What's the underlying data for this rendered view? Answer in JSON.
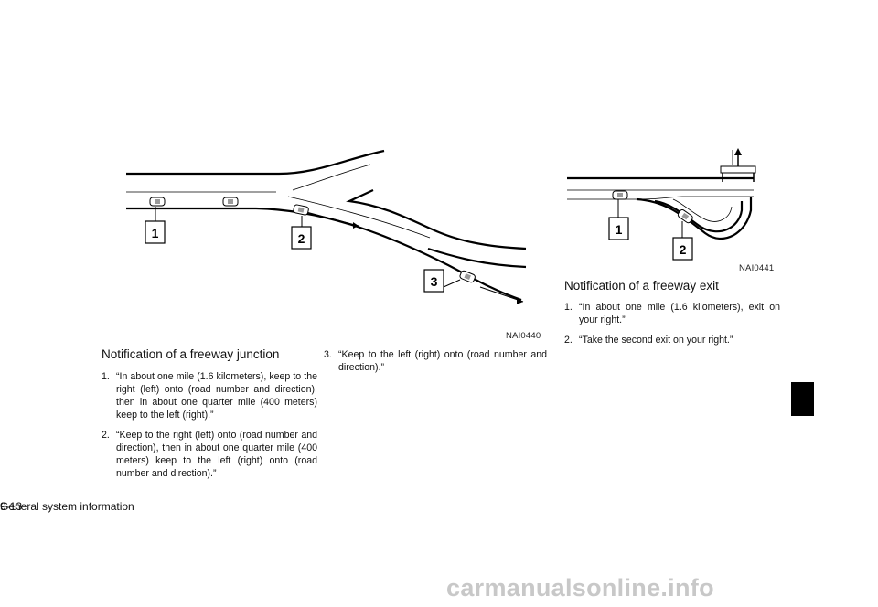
{
  "figures": {
    "junction": {
      "code": "NAI0440",
      "callouts": [
        "1",
        "2",
        "3"
      ]
    },
    "exit": {
      "code": "NAI0441",
      "callouts": [
        "1",
        "2"
      ]
    }
  },
  "section_junction": {
    "title": "Notification of a freeway junction",
    "items": [
      {
        "num": "1.",
        "text": "“In about one mile (1.6 kilometers), keep to the right (left) onto (road number and direction), then in about one quarter mile (400 meters) keep to the left (right).”"
      },
      {
        "num": "2.",
        "text": "“Keep to the right (left) onto (road number and direction), then in about one quarter mile (400 meters) keep to the left (right) onto (road number and direction).”"
      }
    ],
    "items_col2": [
      {
        "num": "3.",
        "text": "“Keep to the left (right) onto (road number and direction).”"
      }
    ]
  },
  "section_exit": {
    "title": "Notification of a freeway exit",
    "items": [
      {
        "num": "1.",
        "text": "“In about one mile (1.6 kilometers), exit on your right.”"
      },
      {
        "num": "2.",
        "text": "“Take the second exit on your right.”"
      }
    ]
  },
  "footer": {
    "section": "General system information",
    "page": "9-13"
  },
  "watermark": "carmanualsonline.info",
  "colors": {
    "tab": "#000000",
    "watermark": "#c8c8c8"
  }
}
